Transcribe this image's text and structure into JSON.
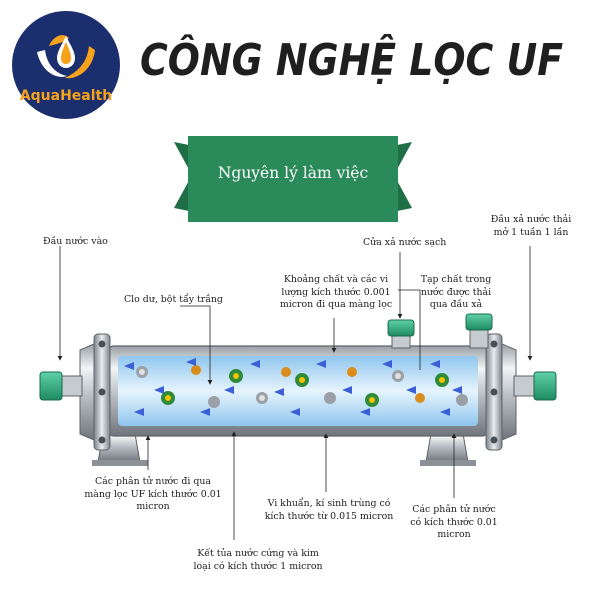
{
  "brand": {
    "logo_text": "AquaHealth",
    "colors": {
      "logo_navy": "#1b2e6e",
      "logo_orange": "#f6a21a",
      "banner_green": "#2a8a5a",
      "cap_green": "#2fb283",
      "arrow_blue": "#3b5fd6"
    }
  },
  "header": {
    "title": "CÔNG NGHỆ LỌC UF"
  },
  "banner": {
    "text": "Nguyên lý làm việc"
  },
  "labels": {
    "inlet": "Đầu nước vào",
    "drain": [
      "Đầu xả nước thải",
      "mở 1 tuần 1 lần"
    ],
    "clean_outlet": "Cửa xả nước sạch",
    "chlorine": "Clo dư, bột tẩy trắng",
    "minerals": [
      "Khoảng chất và các vi",
      "lượng kích thước 0.001",
      "micron đi qua màng lọc"
    ],
    "impurities": [
      "Tạp chất trong",
      "nước được thải",
      "qua đầu xả"
    ],
    "water_molecules": [
      "Các phân tử nước đi qua",
      "màng lọc UF kích thước 0.01",
      "micron"
    ],
    "bacteria": [
      "Vi khuẩn, kí sinh trùng có",
      "kích thước từ 0.015 micron"
    ],
    "molecules_right": [
      "Các phân tử nước",
      "có kích thước 0.01",
      "micron"
    ],
    "precipitate": [
      "Kết tủa nước cứng và kim",
      "loại có kích thước 1 micron"
    ]
  },
  "icons": [
    "logo-hands-icon",
    "water-drop-icon",
    "filter-housing-icon",
    "flow-arrow-icon"
  ]
}
